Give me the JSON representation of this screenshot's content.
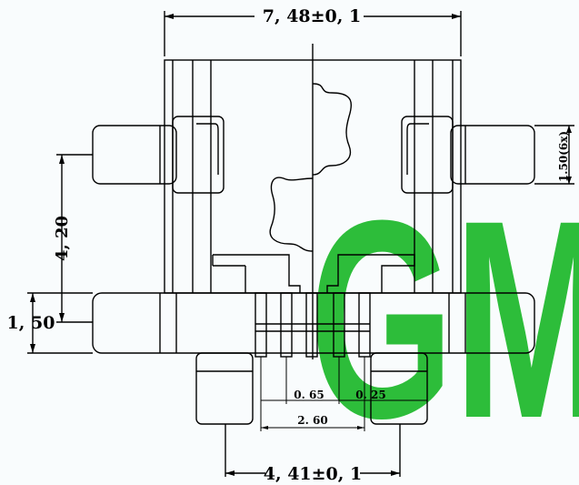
{
  "watermark": {
    "text": "GM",
    "color": "#2dbd3a"
  },
  "colors": {
    "line": "#000000",
    "background": "#f9fcfd"
  },
  "dimensions": {
    "top_width": "7, 48±0, 1",
    "bottom_width": "4, 41±0, 1",
    "left_height": "4, 20",
    "left_small": "1, 50",
    "right_pad": "1.50(6x)",
    "pitch_a": "0. 65",
    "pitch_b": "0. 25",
    "span": "2. 60"
  }
}
